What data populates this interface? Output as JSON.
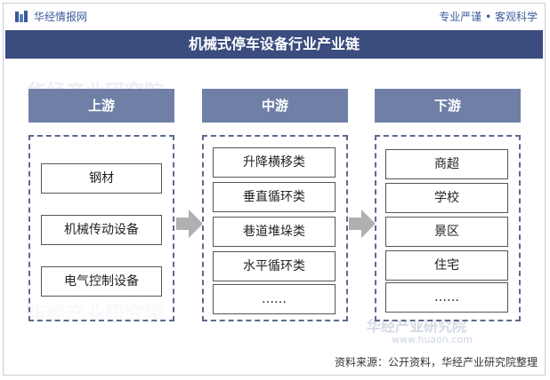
{
  "header": {
    "brand": "华经情报网",
    "slogan": "专业严谨 • 客观科学"
  },
  "title": "机械式停车设备行业产业链",
  "columns": [
    {
      "header": "上游",
      "items": [
        "钢材",
        "机械传动设备",
        "电气控制设备"
      ]
    },
    {
      "header": "中游",
      "items": [
        "升降横移类",
        "垂直循环类",
        "巷道堆垛类",
        "水平循环类",
        "……"
      ]
    },
    {
      "header": "下游",
      "items": [
        "商超",
        "学校",
        "景区",
        "住宅",
        "……"
      ]
    }
  ],
  "watermark": {
    "text": "华经产业研究院",
    "url": "www.huaon.com"
  },
  "source": "资料来源：公开资料，华经产业研究院整理",
  "colors": {
    "title_bg": "#3b4c7e",
    "header_bg": "#6f7fa6",
    "arrow": "#b0b0b0"
  }
}
